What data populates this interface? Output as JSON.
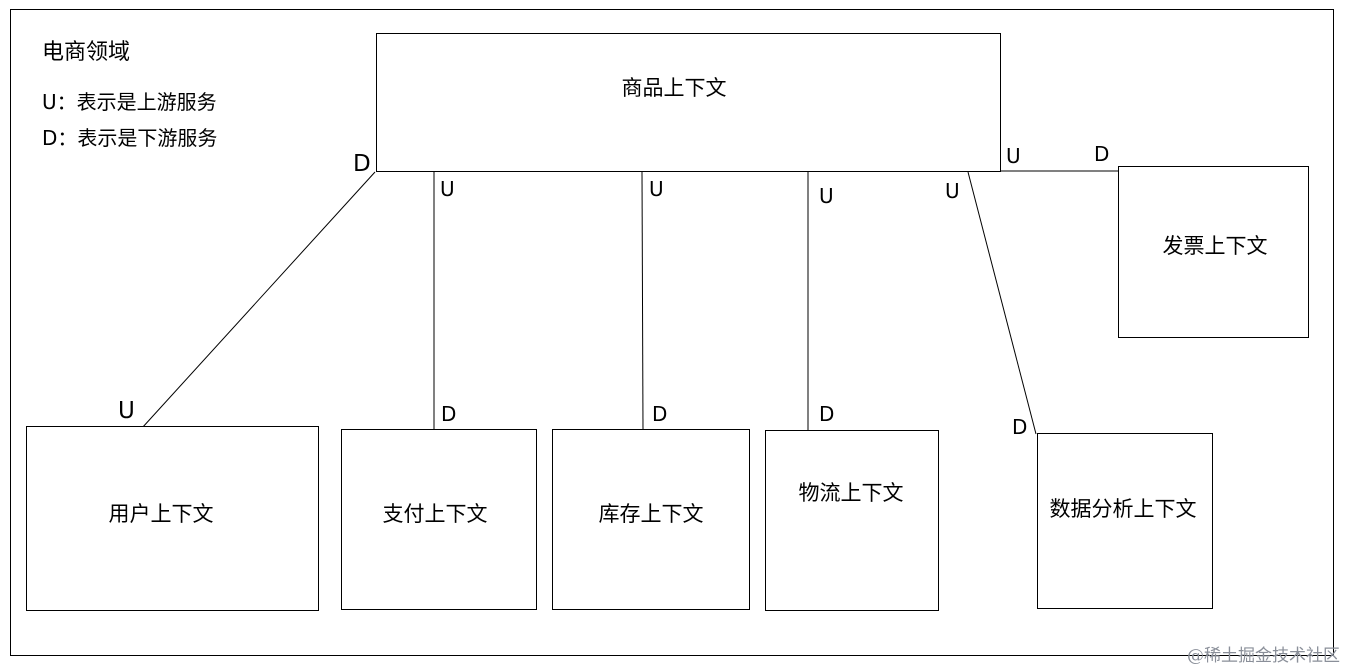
{
  "legend": {
    "title": "电商领域",
    "upstream": "U：表示是上游服务",
    "downstream": "D：表示是下游服务"
  },
  "contexts": {
    "product": "商品上下文",
    "invoice": "发票上下文",
    "user": "用户上下文",
    "payment": "支付上下文",
    "inventory": "库存上下文",
    "logistics": "物流上下文",
    "analytics": "数据分析上下文"
  },
  "markers": {
    "upstream": "U",
    "downstream": "D"
  },
  "relationships": [
    {
      "from": "product",
      "to": "user",
      "product_end": "D",
      "other_end": "U"
    },
    {
      "from": "product",
      "to": "payment",
      "product_end": "U",
      "other_end": "D"
    },
    {
      "from": "product",
      "to": "inventory",
      "product_end": "U",
      "other_end": "D"
    },
    {
      "from": "product",
      "to": "logistics",
      "product_end": "U",
      "other_end": "D"
    },
    {
      "from": "product",
      "to": "analytics",
      "product_end": "U",
      "other_end": "D"
    },
    {
      "from": "product",
      "to": "invoice",
      "product_end": "U",
      "other_end": "D"
    }
  ],
  "watermark": "@稀土掘金技术社区"
}
